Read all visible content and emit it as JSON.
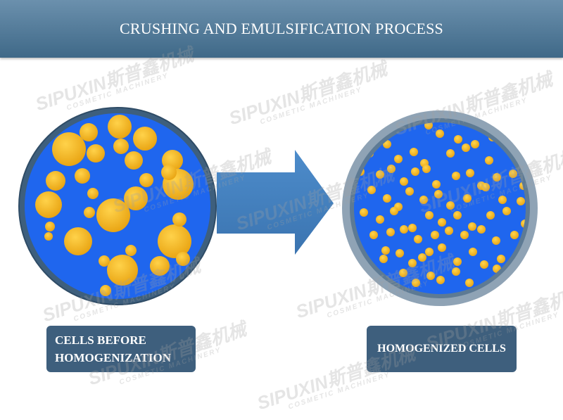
{
  "header": {
    "title": "CRUSHING AND EMULSIFICATION PROCESS"
  },
  "labels": {
    "before": [
      "CELLS BEFORE",
      "HOMOGENIZATION"
    ],
    "after": "HOMOGENIZED CELLS"
  },
  "watermark": {
    "brand": "SIPUXIN斯普鑫机械",
    "sub": "COSMETIC MACHINERY"
  },
  "colors": {
    "header": "#4a7494",
    "ring": "#3e5f7d",
    "cell_fill": "#1f66ee",
    "particle": "#f4b526",
    "arrow": "#4280bd",
    "label_bg": "#3e5f7d"
  }
}
